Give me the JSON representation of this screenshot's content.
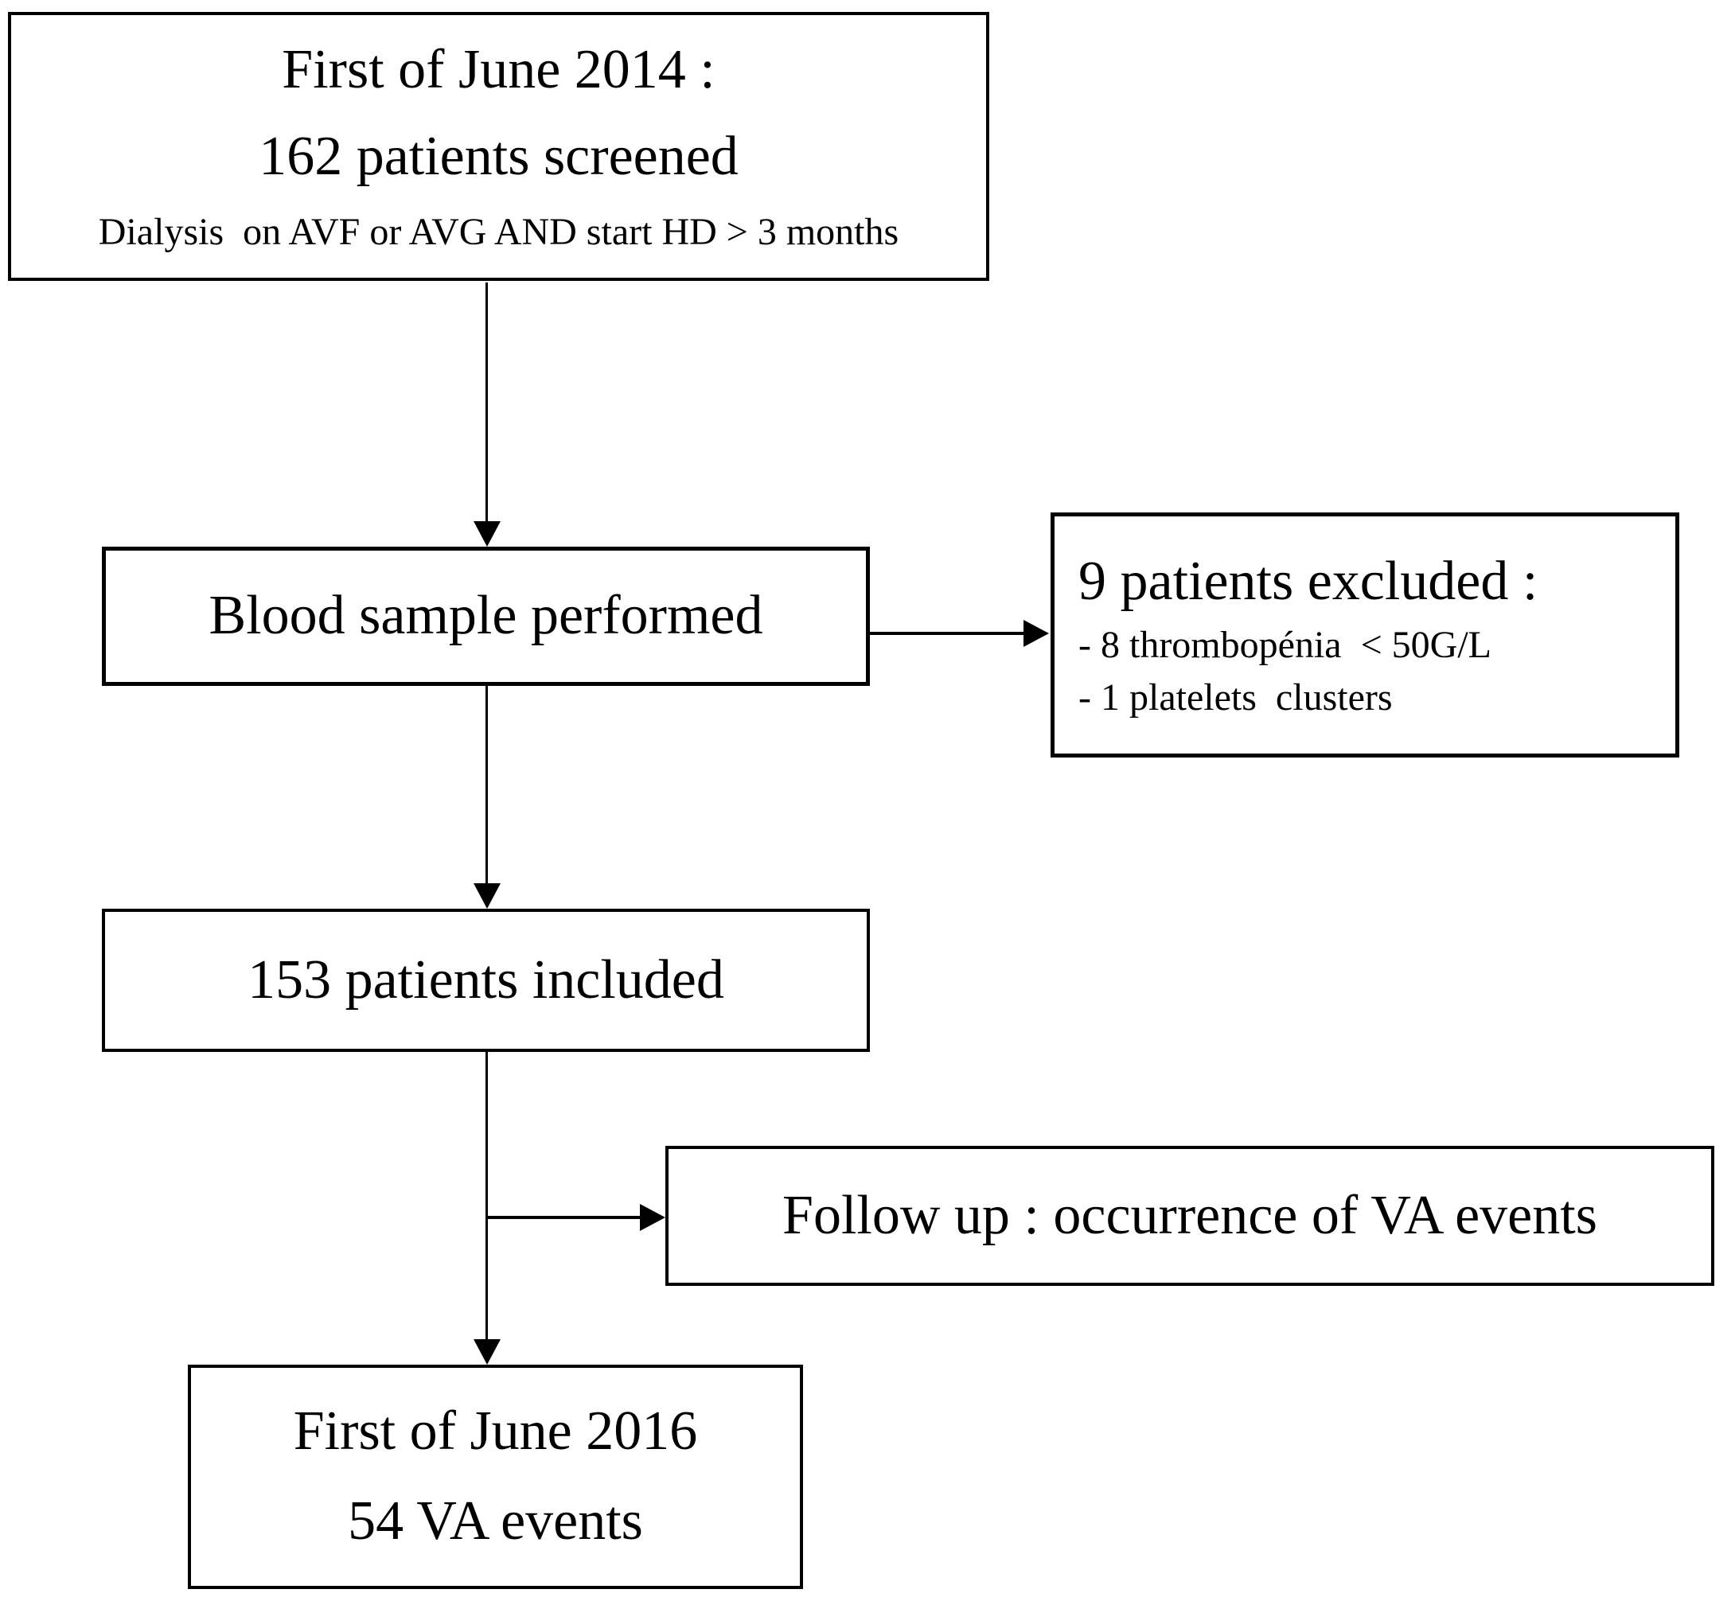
{
  "flow": {
    "colors": {
      "ink": "#000000",
      "background": "#ffffff"
    },
    "screened": {
      "line1": "First of June 2014 :",
      "line2": "162 patients screened",
      "line3": "Dialysis  on AVF or AVG AND start HD > 3 months"
    },
    "blood_sample": {
      "label": "Blood sample performed"
    },
    "excluded": {
      "title": "9 patients excluded :",
      "items": [
        "- 8 thrombopénia  < 50G/L",
        "- 1 platelets  clusters"
      ]
    },
    "included": {
      "label": "153 patients included"
    },
    "follow_up": {
      "label": "Follow up : occurrence of VA events"
    },
    "final": {
      "line1": "First of June 2016",
      "line2": "54 VA events"
    }
  }
}
